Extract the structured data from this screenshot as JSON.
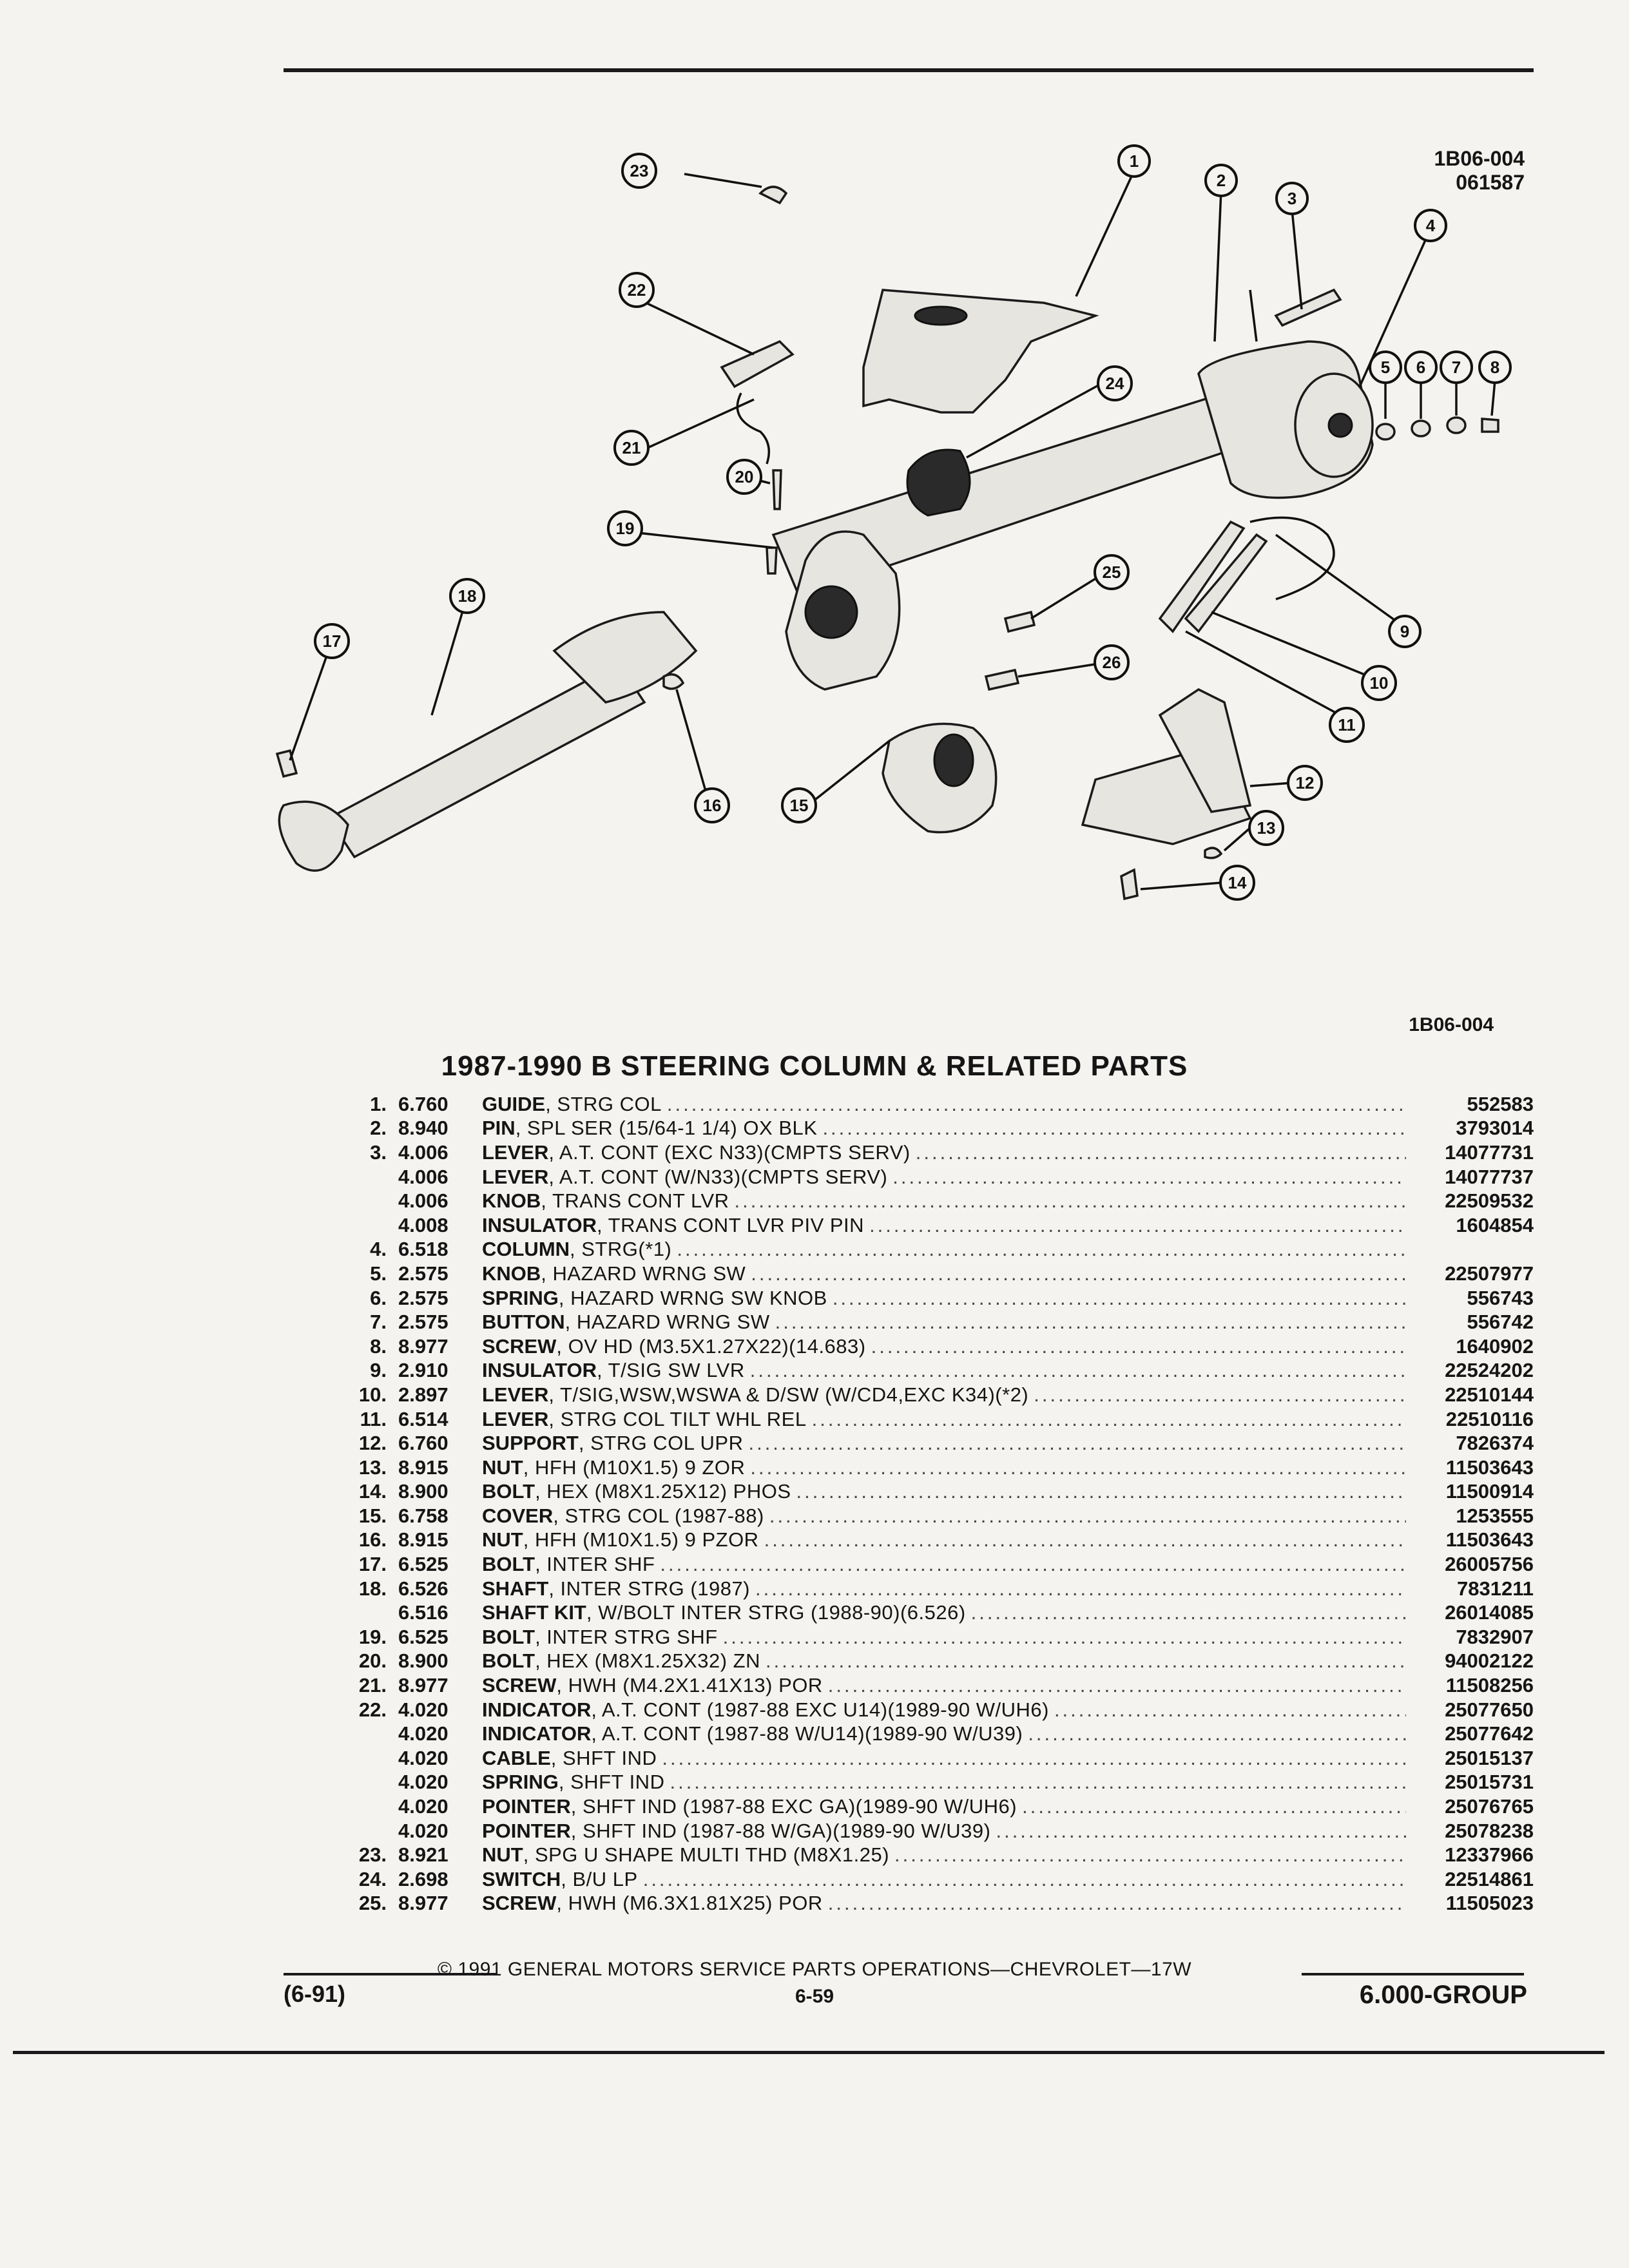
{
  "header": {
    "diagram_code": "1B06-004",
    "diagram_date": "061587"
  },
  "diagram": {
    "callouts": [
      "1",
      "2",
      "3",
      "4",
      "5",
      "6",
      "7",
      "8",
      "9",
      "10",
      "11",
      "12",
      "13",
      "14",
      "15",
      "16",
      "17",
      "18",
      "19",
      "20",
      "21",
      "22",
      "23",
      "24",
      "25",
      "26"
    ]
  },
  "diagram_caption": "1B06-004",
  "title": "1987-1990 B STEERING COLUMN & RELATED PARTS",
  "parts": [
    {
      "idx": "1.",
      "grp": "6.760",
      "name": "GUIDE",
      "desc": ", STRG COL",
      "part": "552583"
    },
    {
      "idx": "2.",
      "grp": "8.940",
      "name": "PIN",
      "desc": ", SPL SER (15/64-1 1/4) OX BLK",
      "part": "3793014"
    },
    {
      "idx": "3.",
      "grp": "4.006",
      "name": "LEVER",
      "desc": ", A.T. CONT (EXC N33)(CMPTS SERV)",
      "part": "14077731"
    },
    {
      "idx": "",
      "grp": "4.006",
      "name": "LEVER",
      "desc": ", A.T. CONT (W/N33)(CMPTS SERV)",
      "part": "14077737"
    },
    {
      "idx": "",
      "grp": "4.006",
      "name": "KNOB",
      "desc": ", TRANS CONT LVR",
      "part": "22509532"
    },
    {
      "idx": "",
      "grp": "4.008",
      "name": "INSULATOR",
      "desc": ", TRANS CONT LVR PIV PIN",
      "part": "1604854"
    },
    {
      "idx": "4.",
      "grp": "6.518",
      "name": "COLUMN",
      "desc": ", STRG(*1)",
      "part": ""
    },
    {
      "idx": "5.",
      "grp": "2.575",
      "name": "KNOB",
      "desc": ", HAZARD WRNG SW",
      "part": "22507977"
    },
    {
      "idx": "6.",
      "grp": "2.575",
      "name": "SPRING",
      "desc": ", HAZARD WRNG SW KNOB",
      "part": "556743"
    },
    {
      "idx": "7.",
      "grp": "2.575",
      "name": "BUTTON",
      "desc": ", HAZARD WRNG SW",
      "part": "556742"
    },
    {
      "idx": "8.",
      "grp": "8.977",
      "name": "SCREW",
      "desc": ", OV HD (M3.5X1.27X22)(14.683)",
      "part": "1640902"
    },
    {
      "idx": "9.",
      "grp": "2.910",
      "name": "INSULATOR",
      "desc": ", T/SIG SW LVR",
      "part": "22524202"
    },
    {
      "idx": "10.",
      "grp": "2.897",
      "name": "LEVER",
      "desc": ", T/SIG,WSW,WSWA & D/SW (W/CD4,EXC K34)(*2)",
      "part": "22510144"
    },
    {
      "idx": "11.",
      "grp": "6.514",
      "name": "LEVER",
      "desc": ", STRG COL TILT WHL REL",
      "part": "22510116"
    },
    {
      "idx": "12.",
      "grp": "6.760",
      "name": "SUPPORT",
      "desc": ", STRG COL UPR",
      "part": "7826374"
    },
    {
      "idx": "13.",
      "grp": "8.915",
      "name": "NUT",
      "desc": ", HFH (M10X1.5) 9 ZOR",
      "part": "11503643"
    },
    {
      "idx": "14.",
      "grp": "8.900",
      "name": "BOLT",
      "desc": ", HEX (M8X1.25X12) PHOS",
      "part": "11500914"
    },
    {
      "idx": "15.",
      "grp": "6.758",
      "name": "COVER",
      "desc": ", STRG COL (1987-88)",
      "part": "1253555"
    },
    {
      "idx": "16.",
      "grp": "8.915",
      "name": "NUT",
      "desc": ", HFH (M10X1.5) 9 PZOR",
      "part": "11503643"
    },
    {
      "idx": "17.",
      "grp": "6.525",
      "name": "BOLT",
      "desc": ", INTER SHF",
      "part": "26005756"
    },
    {
      "idx": "18.",
      "grp": "6.526",
      "name": "SHAFT",
      "desc": ", INTER STRG (1987)",
      "part": "7831211"
    },
    {
      "idx": "",
      "grp": "6.516",
      "name": "SHAFT KIT",
      "desc": ", W/BOLT INTER STRG (1988-90)(6.526)",
      "part": "26014085"
    },
    {
      "idx": "19.",
      "grp": "6.525",
      "name": "BOLT",
      "desc": ", INTER STRG SHF",
      "part": "7832907"
    },
    {
      "idx": "20.",
      "grp": "8.900",
      "name": "BOLT",
      "desc": ", HEX (M8X1.25X32) ZN",
      "part": "94002122"
    },
    {
      "idx": "21.",
      "grp": "8.977",
      "name": "SCREW",
      "desc": ", HWH (M4.2X1.41X13) POR",
      "part": "11508256"
    },
    {
      "idx": "22.",
      "grp": "4.020",
      "name": "INDICATOR",
      "desc": ", A.T. CONT (1987-88 EXC U14)(1989-90 W/UH6)",
      "part": "25077650"
    },
    {
      "idx": "",
      "grp": "4.020",
      "name": "INDICATOR",
      "desc": ", A.T. CONT (1987-88 W/U14)(1989-90 W/U39)",
      "part": "25077642"
    },
    {
      "idx": "",
      "grp": "4.020",
      "name": "CABLE",
      "desc": ", SHFT IND",
      "part": "25015137"
    },
    {
      "idx": "",
      "grp": "4.020",
      "name": "SPRING",
      "desc": ", SHFT IND",
      "part": "25015731"
    },
    {
      "idx": "",
      "grp": "4.020",
      "name": "POINTER",
      "desc": ", SHFT IND (1987-88 EXC GA)(1989-90 W/UH6)",
      "part": "25076765"
    },
    {
      "idx": "",
      "grp": "4.020",
      "name": "POINTER",
      "desc": ", SHFT IND (1987-88 W/GA)(1989-90 W/U39)",
      "part": "25078238"
    },
    {
      "idx": "23.",
      "grp": "8.921",
      "name": "NUT",
      "desc": ", SPG U SHAPE MULTI THD (M8X1.25)",
      "part": "12337966"
    },
    {
      "idx": "24.",
      "grp": "2.698",
      "name": "SWITCH",
      "desc": ", B/U LP",
      "part": "22514861"
    },
    {
      "idx": "25.",
      "grp": "8.977",
      "name": "SCREW",
      "desc": ", HWH (M6.3X1.81X25) POR",
      "part": "11505023"
    }
  ],
  "footer": {
    "copyright": "© 1991 GENERAL MOTORS SERVICE PARTS OPERATIONS—CHEVROLET—17W",
    "date_code": "(6-91)",
    "page": "6-59",
    "group": "6.000-GROUP"
  }
}
